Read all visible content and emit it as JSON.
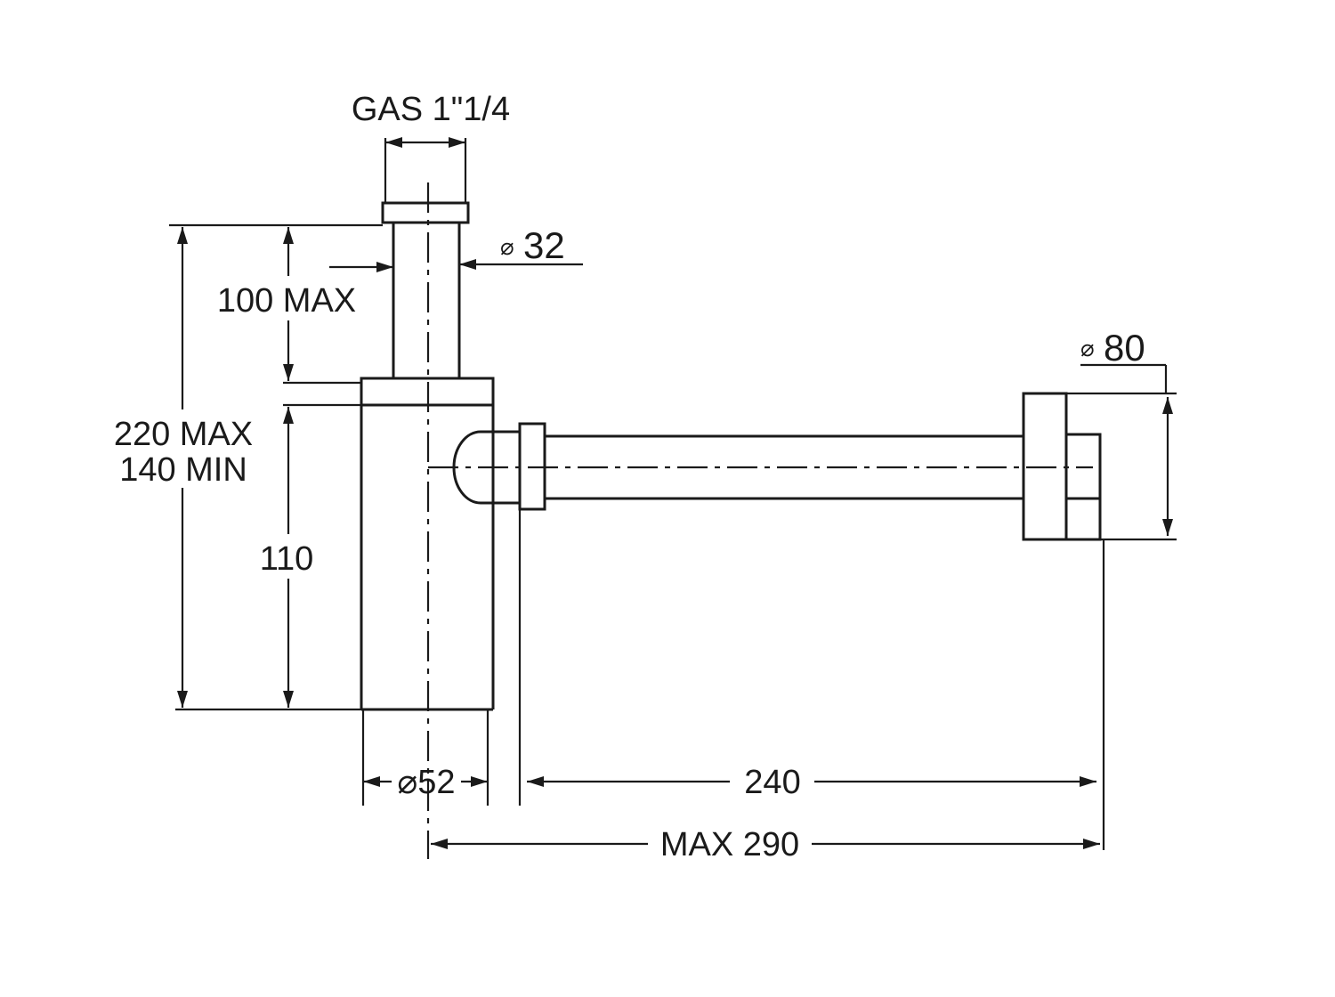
{
  "dimensions": {
    "thread": "GAS 1\"1/4",
    "inlet_diameter_symbol": "⌀",
    "inlet_diameter": "32",
    "outlet_diameter_symbol": "⌀",
    "outlet_diameter": "80",
    "tail_length": "100 MAX",
    "height_max": "220 MAX",
    "height_min": "140 MIN",
    "body_height": "110",
    "body_diameter": "⌀52",
    "wall_distance": "240",
    "overall_length": "MAX 290"
  }
}
